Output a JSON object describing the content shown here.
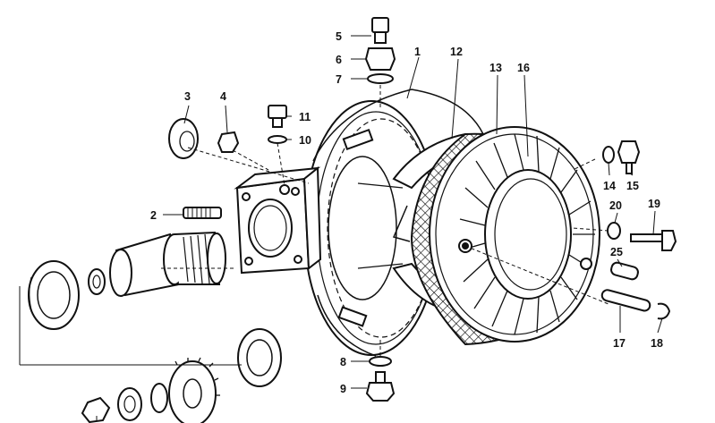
{
  "diagram": {
    "callouts": [
      {
        "id": "1",
        "label": "1"
      },
      {
        "id": "2",
        "label": "2"
      },
      {
        "id": "3",
        "label": "3"
      },
      {
        "id": "4",
        "label": "4"
      },
      {
        "id": "5",
        "label": "5"
      },
      {
        "id": "6",
        "label": "6"
      },
      {
        "id": "7",
        "label": "7"
      },
      {
        "id": "8",
        "label": "8"
      },
      {
        "id": "9",
        "label": "9"
      },
      {
        "id": "10",
        "label": "10"
      },
      {
        "id": "11",
        "label": "11"
      },
      {
        "id": "12",
        "label": "12"
      },
      {
        "id": "13",
        "label": "13"
      },
      {
        "id": "14",
        "label": "14"
      },
      {
        "id": "15",
        "label": "15"
      },
      {
        "id": "16",
        "label": "16"
      },
      {
        "id": "17",
        "label": "17"
      },
      {
        "id": "18",
        "label": "18"
      },
      {
        "id": "19",
        "label": "19"
      },
      {
        "id": "20",
        "label": "20"
      },
      {
        "id": "25",
        "label": "25"
      }
    ],
    "colors": {
      "ink": "#111111",
      "background": "#ffffff",
      "shade": "#555555"
    }
  }
}
